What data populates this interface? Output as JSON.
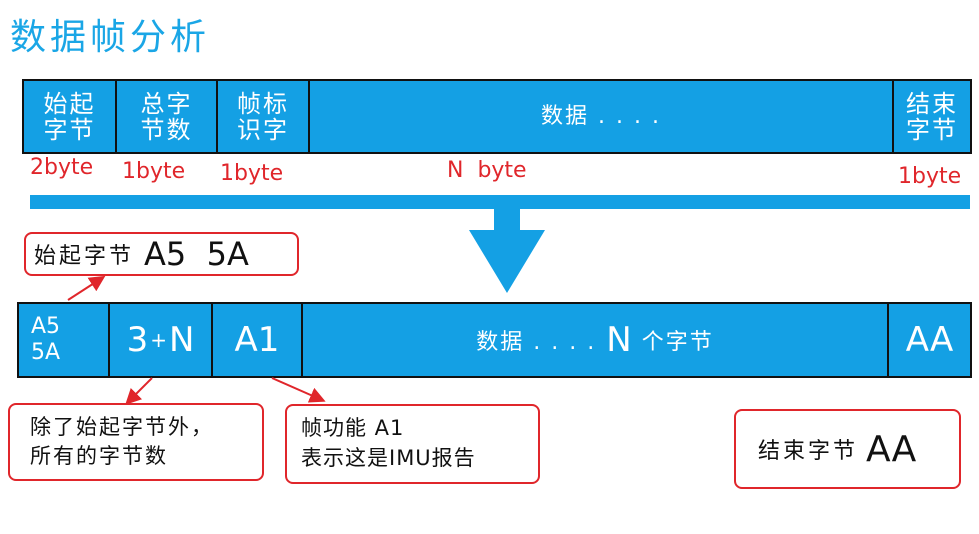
{
  "title": "数据帧分析",
  "top_frame": {
    "cells": [
      "始起\n字节",
      "总字\n节数",
      "帧标\n识字",
      "数据 . . . .",
      "结束\n字节"
    ],
    "sizes": [
      "2byte",
      "1byte",
      "1byte",
      "N  byte",
      "1byte"
    ]
  },
  "bottom_frame": {
    "c1": "A5\n5A",
    "c2_a": "3",
    "c2_b": "+",
    "c2_c": "N",
    "c3": "A1",
    "c4_a": "数据 . . . .",
    "c4_b": "N",
    "c4_c": "个字节",
    "c5": "AA"
  },
  "callouts": {
    "start_label": "始起字节",
    "start_value": "A5  5A",
    "count": "除了始起字节外，\n所有的字节数",
    "func": "帧功能  A1\n表示这是IMU报告",
    "end_label": "结束字节",
    "end_value": "AA"
  },
  "colors": {
    "accent": "#14a0e4",
    "title": "#1aa6e6",
    "red": "#e0262b"
  }
}
